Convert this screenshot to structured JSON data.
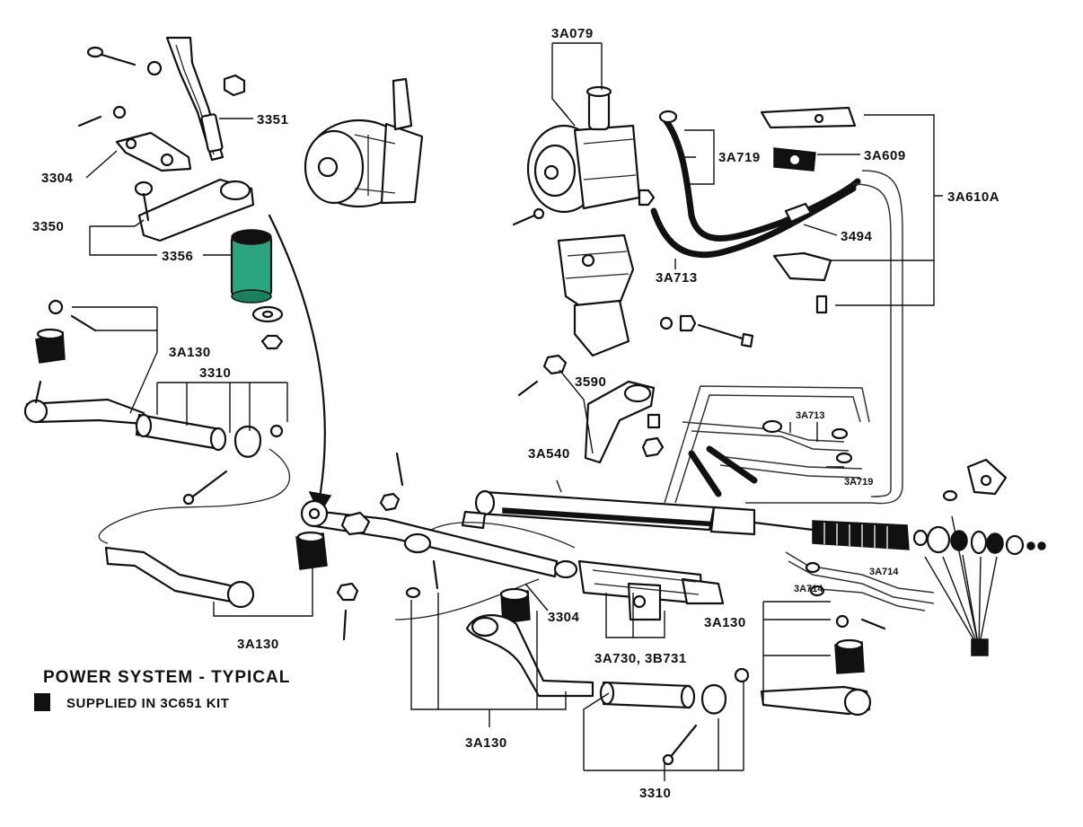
{
  "title": "POWER SYSTEM - TYPICAL",
  "legend": {
    "text": "SUPPLIED IN 3C651 KIT",
    "swatch_color": "#111111"
  },
  "colors": {
    "highlight": "#2aa57f"
  },
  "labels": [
    {
      "id": "3A079",
      "text": "3A079"
    },
    {
      "id": "3351",
      "text": "3351"
    },
    {
      "id": "3304-top",
      "text": "3304"
    },
    {
      "id": "3350",
      "text": "3350"
    },
    {
      "id": "3356",
      "text": "3356"
    },
    {
      "id": "3A719-top",
      "text": "3A719"
    },
    {
      "id": "3A609",
      "text": "3A609"
    },
    {
      "id": "3A610A",
      "text": "3A610A"
    },
    {
      "id": "3494",
      "text": "3494"
    },
    {
      "id": "3A713-top",
      "text": "3A713"
    },
    {
      "id": "3A130-left",
      "text": "3A130"
    },
    {
      "id": "3310-left",
      "text": "3310"
    },
    {
      "id": "3590",
      "text": "3590"
    },
    {
      "id": "3A540",
      "text": "3A540"
    },
    {
      "id": "3A713-mid",
      "text": "3A713"
    },
    {
      "id": "3A719-mid",
      "text": "3A719"
    },
    {
      "id": "3A714-a",
      "text": "3A714"
    },
    {
      "id": "3A714-b",
      "text": "3A714"
    },
    {
      "id": "3304-bottom",
      "text": "3304"
    },
    {
      "id": "3A130-right",
      "text": "3A130"
    },
    {
      "id": "3A730",
      "text": "3A730, 3B731"
    },
    {
      "id": "3A130-bottom-left",
      "text": "3A130"
    },
    {
      "id": "3A130-bottom",
      "text": "3A130"
    },
    {
      "id": "3310-bottom",
      "text": "3310"
    }
  ]
}
